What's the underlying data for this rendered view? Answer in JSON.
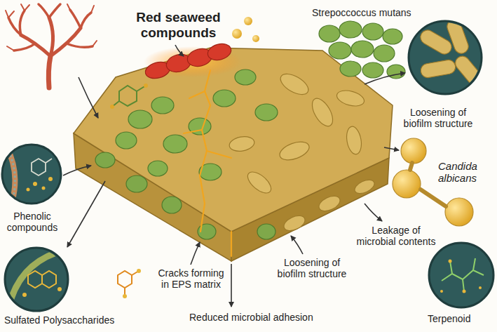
{
  "diagram": {
    "labels": [
      "Red seaweed compounds",
      "Strepoccoccus mutans",
      "Loosening of biofilm structure",
      "Candida albicans",
      "Phenolic compounds",
      "Sulfated Polysaccharides",
      "Cracks forming in EPS matrix",
      "Loosening of biofilm structure",
      "Reduced microbial adhesion",
      "Leakage of microbial contents",
      "Terpenoid"
    ]
  }
}
